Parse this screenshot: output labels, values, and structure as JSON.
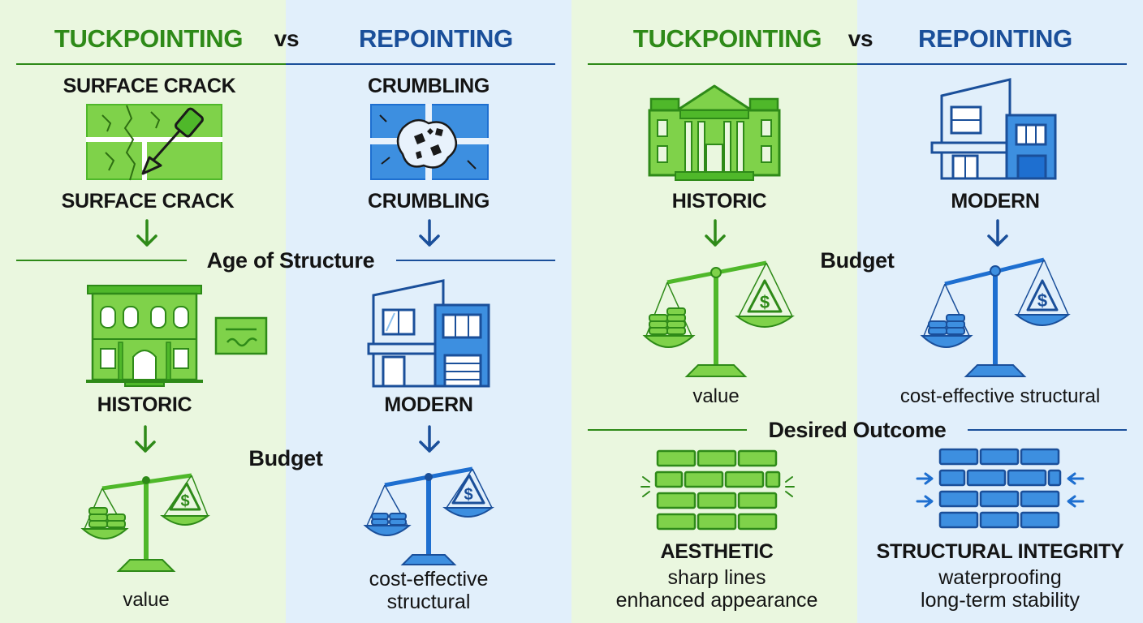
{
  "colors": {
    "green": "#4fb82a",
    "green_fill": "#7fd24a",
    "green_dark": "#2e8a18",
    "blue": "#1e6fd0",
    "blue_fill": "#3d8fe0",
    "blue_dark": "#1a4f9a",
    "green_bg": "#eaf7df",
    "blue_bg": "#e1effb"
  },
  "left_panel": {
    "header": {
      "left": "TUCKPOINTING",
      "vs": "vs",
      "right": "REPOINTING"
    },
    "green_col": {
      "top_label": "SURFACE CRACK",
      "mid_label": "SURFACE CRACK",
      "building_label": "HISTORIC",
      "result_label": "value"
    },
    "blue_col": {
      "top_label": "CRUMBLING",
      "mid_label": "CRUMBLING",
      "building_label": "MODERN",
      "result_label_1": "cost-effective",
      "result_label_2": "structural"
    },
    "section_age": "Age of Structure",
    "section_budget": "Budget"
  },
  "right_panel": {
    "header": {
      "left": "TUCKPOINTING",
      "vs": "vs",
      "right": "REPOINTING"
    },
    "green_col": {
      "building_label": "HISTORIC",
      "result_label": "value",
      "outcome_title": "AESTHETIC",
      "outcome_line1": "sharp lines",
      "outcome_line2": "enhanced appearance"
    },
    "blue_col": {
      "building_label": "MODERN",
      "result_label": "cost-effective structural",
      "outcome_title": "STRUCTURAL INTEGRITY",
      "outcome_line1": "waterproofing",
      "outcome_line2": "long-term stability"
    },
    "section_budget": "Budget",
    "section_outcome": "Desired Outcome"
  },
  "icons": {
    "crack": "crack-tile-icon",
    "crumble": "crumbling-tile-icon",
    "historic": "historic-building-icon",
    "modern": "modern-building-icon",
    "scale": "balance-scale-icon",
    "certificate": "certificate-icon",
    "brick": "brick-wall-icon",
    "arrow": "arrow-down-icon"
  }
}
